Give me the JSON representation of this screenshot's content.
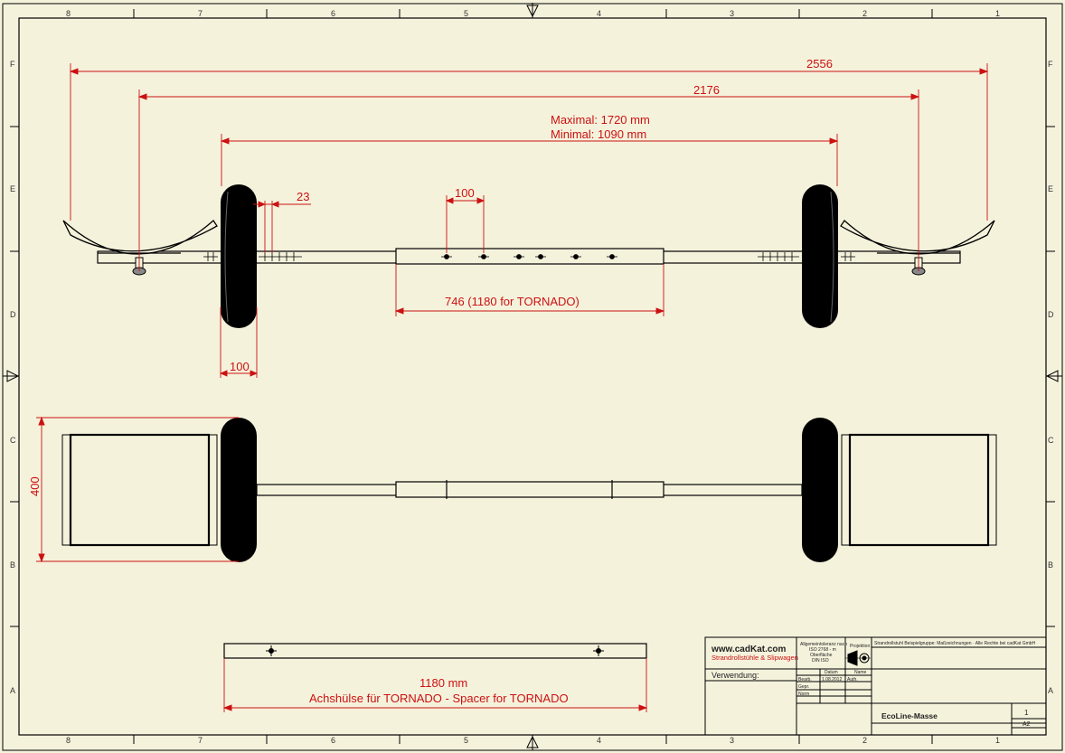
{
  "colors": {
    "paper": "#f5f2dc",
    "line": "#000000",
    "dimension": "#cc1111"
  },
  "zones": {
    "columns": [
      "8",
      "7",
      "6",
      "5",
      "4",
      "3",
      "2",
      "1"
    ],
    "rows": [
      "F",
      "E",
      "D",
      "C",
      "B",
      "A"
    ]
  },
  "dimensions": {
    "overall_width": "2556",
    "cradle_span": "2176",
    "adjust_max": "Maximal: 1720 mm",
    "adjust_min": "Minimal:  1090 mm",
    "hole_spacing": "23",
    "center_hole_spacing": "100",
    "center_tube": "746 (1180 for TORNADO)",
    "wheel_width": "100",
    "pad_height": "400",
    "spacer_length": "1180  mm",
    "spacer_caption": "Achshülse für TORNADO - Spacer for TORNADO"
  },
  "title_block": {
    "website": "www.cadKat.com",
    "company": "Strandrollstühle & Slipwagen",
    "tolerance_note": [
      "Allgemeintoleranz nach",
      "ISO 2768 - m",
      "Oberfläche",
      "DIN ISO"
    ],
    "projection_label": "Projektion",
    "usage_label": "Verwendung:",
    "description": "Strandrollstuhl Beispielgruppe: Maßzeichnungen · Alle Rechte bei cadKat GmbH",
    "date_label": "Datum",
    "name_label": "Name",
    "row_labels": [
      "Bearb.",
      "Gepr.",
      "Norm"
    ],
    "date_value": "1.08.2012",
    "name_value": "Auth.",
    "drawing_title": "EcoLine-Masse",
    "sheet_number": "1",
    "sheet_format": "A2"
  }
}
